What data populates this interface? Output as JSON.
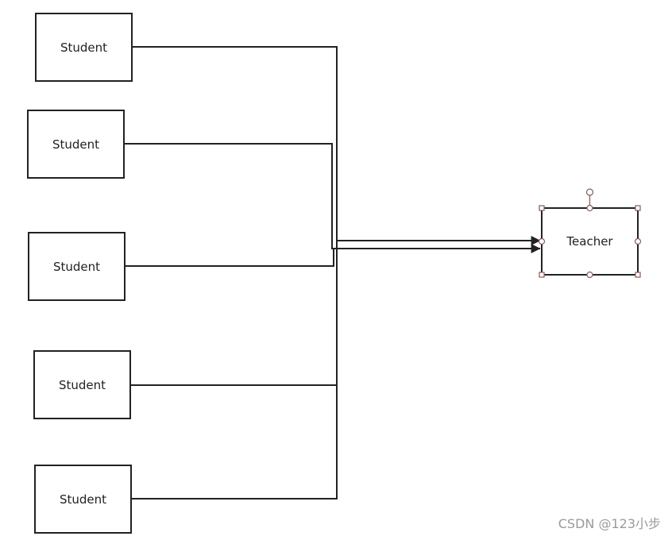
{
  "nodes": {
    "students": [
      {
        "label": "Student"
      },
      {
        "label": "Student"
      },
      {
        "label": "Student"
      },
      {
        "label": "Student"
      },
      {
        "label": "Student"
      }
    ],
    "teacher": {
      "label": "Teacher",
      "selected": true
    }
  },
  "edges": [
    {
      "from": "students.0",
      "to": "teacher",
      "arrow": true
    },
    {
      "from": "students.1",
      "to": "teacher",
      "arrow": true
    },
    {
      "from": "students.2",
      "to": "teacher",
      "arrow": false
    },
    {
      "from": "students.3",
      "to": "teacher",
      "arrow": false
    },
    {
      "from": "students.4",
      "to": "teacher",
      "arrow": false
    }
  ],
  "colors": {
    "stroke": "#222222",
    "selection_handle": "#8a5a5a",
    "watermark": "#9a9a9a"
  },
  "watermark": "CSDN @123小步"
}
